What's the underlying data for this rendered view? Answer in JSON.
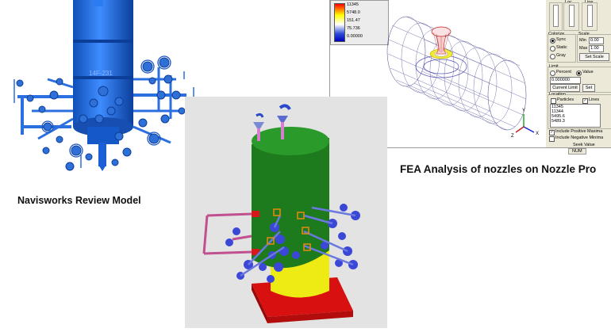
{
  "captions": {
    "navisworks": "Navisworks Review Model",
    "fea": "FEA Analysis of nozzles on Nozzle Pro"
  },
  "navis_model": {
    "tag_label": "14F-231"
  },
  "fea_window": {
    "legend_values": [
      "11345",
      "5748.0",
      "151.47",
      "75.736",
      "0.00000"
    ],
    "colorize_title": "Colorize",
    "colorize_options": [
      "Sync",
      "Static",
      "Gray"
    ],
    "scale_title": "Scale",
    "scale_min_label": "Min",
    "scale_min_value": "0.00",
    "scale_max_label": "Max",
    "scale_max_value": "1.00",
    "set_scale_button": "Set Scale",
    "limit_title": "Limit",
    "limit_options": [
      "Percent",
      "Value"
    ],
    "limit_value": "0.000000",
    "current_limit_button": "Current Limit",
    "set_button": "Set",
    "location_title": "Location",
    "particles_label": "Particles",
    "lines_label": "Lines",
    "location_list": [
      "11345",
      "11344",
      "5495.6",
      "5489.3"
    ],
    "include_positive_label": "Include Positive Maxima",
    "include_negative_label": "Include Negative Minima",
    "seek_value_label": "Seek Value",
    "status_text": "NUM",
    "slider_labels": [
      "Loc",
      "Line"
    ],
    "axes": [
      "Y",
      "X",
      "Z"
    ]
  },
  "colors": {
    "vessel_blue": "#1f6fe0",
    "green_shell": "#1f7a1f",
    "yellow_shell": "#f2ee18",
    "red_base": "#e21b1b"
  }
}
